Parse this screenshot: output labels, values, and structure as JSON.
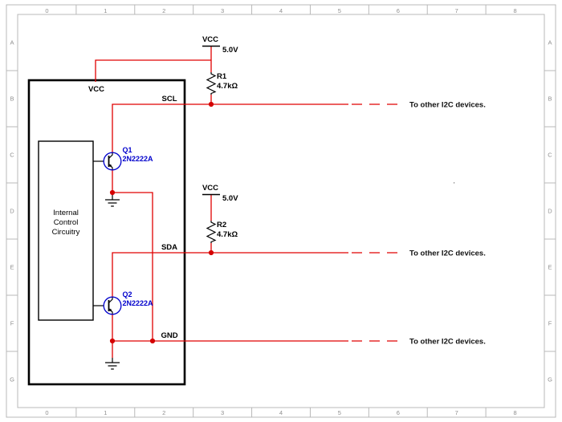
{
  "sheet": {
    "frame": {
      "columns": [
        "0",
        "1",
        "2",
        "3",
        "4",
        "5",
        "6",
        "7",
        "8"
      ],
      "rows": [
        "A",
        "B",
        "C",
        "D",
        "E",
        "F",
        "G"
      ]
    }
  },
  "device": {
    "vcc_pin": "VCC",
    "internal_label_lines": [
      "Internal",
      "Control",
      "Circuitry"
    ],
    "pins": {
      "scl": "SCL",
      "sda": "SDA",
      "gnd": "GND"
    }
  },
  "power_rails": [
    {
      "net": "VCC",
      "voltage": "5.0V"
    },
    {
      "net": "VCC",
      "voltage": "5.0V"
    }
  ],
  "resistors": [
    {
      "ref": "R1",
      "value": "4.7kΩ"
    },
    {
      "ref": "R2",
      "value": "4.7kΩ"
    }
  ],
  "transistors": [
    {
      "ref": "Q1",
      "part": "2N2222A"
    },
    {
      "ref": "Q2",
      "part": "2N2222A"
    }
  ],
  "bus_notes": {
    "scl": "To other I2C devices.",
    "sda": "To other I2C devices.",
    "gnd": "To other I2C devices."
  },
  "annotations": {
    "stray_mark": "'"
  },
  "colors": {
    "wire": "#e00000",
    "junction": "#d40000",
    "component": "#000000",
    "designator_blue": "#0000cc",
    "frame_gray": "#b8b8b8"
  }
}
